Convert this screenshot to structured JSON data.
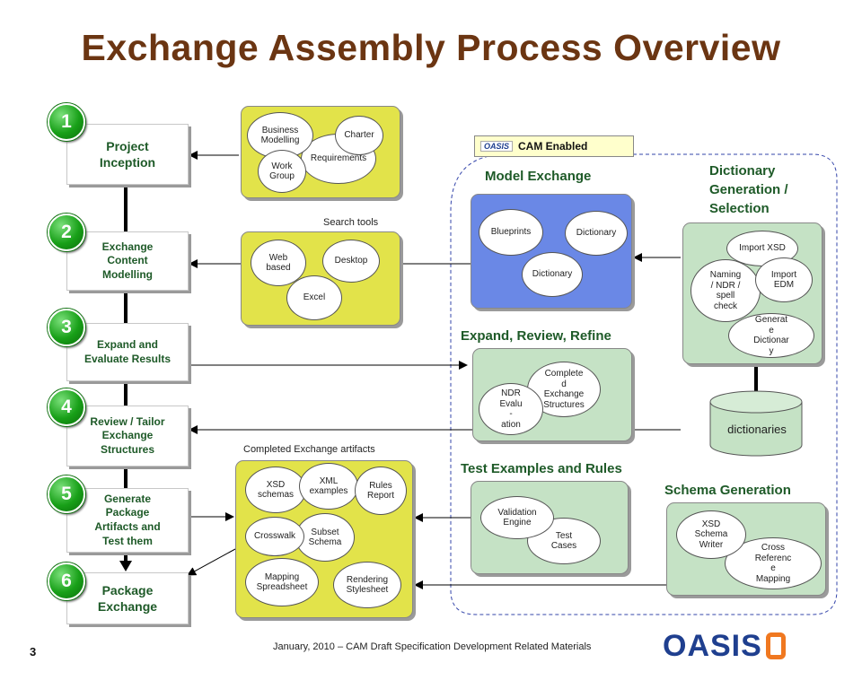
{
  "title": "Exchange Assembly Process Overview",
  "steps": [
    {
      "num": "1",
      "label": "Project\nInception"
    },
    {
      "num": "2",
      "label": "Exchange\nContent\nModelling"
    },
    {
      "num": "3",
      "label": "Expand and\nEvaluate Results"
    },
    {
      "num": "4",
      "label": "Review / Tailor\nExchange\nStructures"
    },
    {
      "num": "5",
      "label": "Generate\nPackage\nArtifacts and\nTest them"
    },
    {
      "num": "6",
      "label": "Package\nExchange"
    }
  ],
  "inception_panel": {
    "business_modelling": "Business\nModelling",
    "charter": "Charter",
    "requirements": "Requirements",
    "work_group": "Work\nGroup"
  },
  "search_tools": {
    "caption": "Search tools",
    "web_based": "Web\nbased",
    "desktop": "Desktop",
    "excel": "Excel"
  },
  "artifacts": {
    "caption": "Completed Exchange artifacts",
    "xsd_schemas": "XSD\nschemas",
    "xml_examples": "XML\nexamples",
    "rules_report": "Rules\nReport",
    "crosswalk": "Crosswalk",
    "subset_schema": "Subset\nSchema",
    "mapping_spreadsheet": "Mapping\nSpreadsheet",
    "rendering_stylesheet": "Rendering\nStylesheet"
  },
  "cam": {
    "oasis_small": "OASIS",
    "label": "CAM Enabled"
  },
  "model_exchange": {
    "heading": "Model Exchange",
    "blueprints": "Blueprints",
    "dictionary_a": "Dictionary",
    "dictionary_b": "Dictionary"
  },
  "dictionary_gen": {
    "heading": "Dictionary\nGeneration /\nSelection",
    "import_xsd": "Import XSD",
    "naming": "Naming\n/ NDR /\nspell\ncheck",
    "import_edm": "Import\nEDM",
    "generate": "Generat\ne\nDictionar\ny",
    "dictionaries": "dictionaries"
  },
  "expand_review": {
    "heading": "Expand, Review, Refine",
    "ndr": "NDR\nEvalu\n-\nation",
    "completed": "Complete\nd\nExchange\nStructures"
  },
  "test_examples": {
    "heading": "Test Examples and Rules",
    "validation": "Validation\nEngine",
    "test_cases": "Test\nCases"
  },
  "schema_gen": {
    "heading": "Schema Generation",
    "xsd_writer": "XSD\nSchema\nWriter",
    "cross_ref": "Cross\nReferenc\ne\nMapping"
  },
  "footer": {
    "page": "3",
    "text": "January, 2010 – CAM Draft Specification Development Related Materials",
    "logo": "OASIS"
  }
}
